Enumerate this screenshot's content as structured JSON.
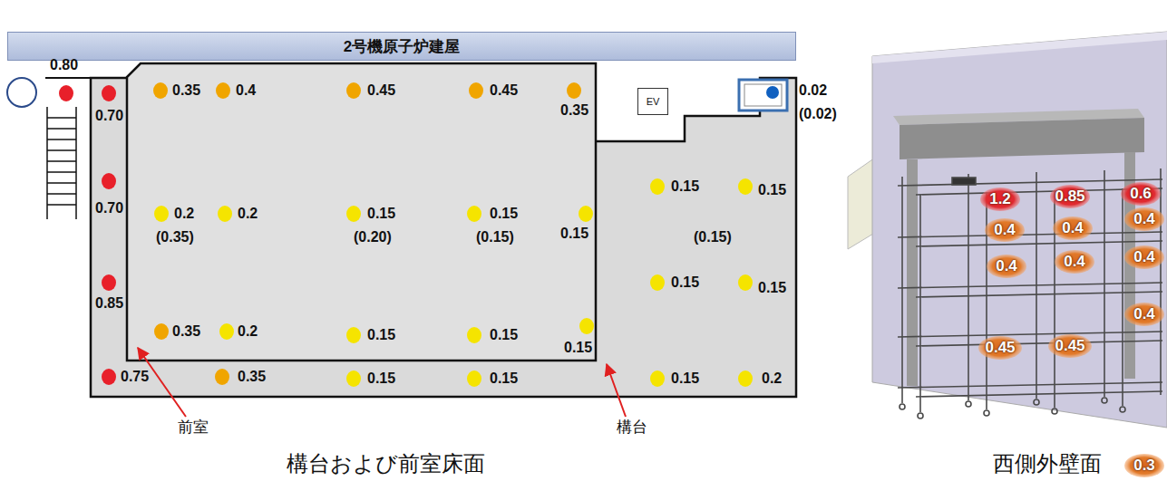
{
  "diagram": {
    "nodes": [
      {
        "text": [
          "2号機原子炉建屋"
        ]
      },
      {
        "text": [
          "EV"
        ]
      }
    ],
    "labels": [
      "0.80",
      "0.70",
      "0.35",
      "0.4",
      "0.45",
      "0.45",
      "0.35",
      "0.02",
      "(0.02)",
      "0.70",
      "0.2",
      "0.2",
      "0.15",
      "0.15",
      "(0.35)",
      "(0.20)",
      "(0.15)",
      "0.15",
      "0.15",
      "0.15",
      "(0.15)",
      "0.15",
      "0.85",
      "0.15",
      "0.35",
      "0.2",
      "0.15",
      "0.15",
      "0.15",
      "0.75",
      "0.35",
      "0.15",
      "0.15",
      "0.15",
      "0.2",
      "前室",
      "構台",
      "構台および前室床面",
      "西側外壁面",
      "1.2",
      "0.85",
      "0.6",
      "0.4",
      "0.4",
      "0.4",
      "0.4",
      "0.4",
      "0.4",
      "0.45",
      "0.45",
      "0.4",
      "0.3"
    ]
  }
}
